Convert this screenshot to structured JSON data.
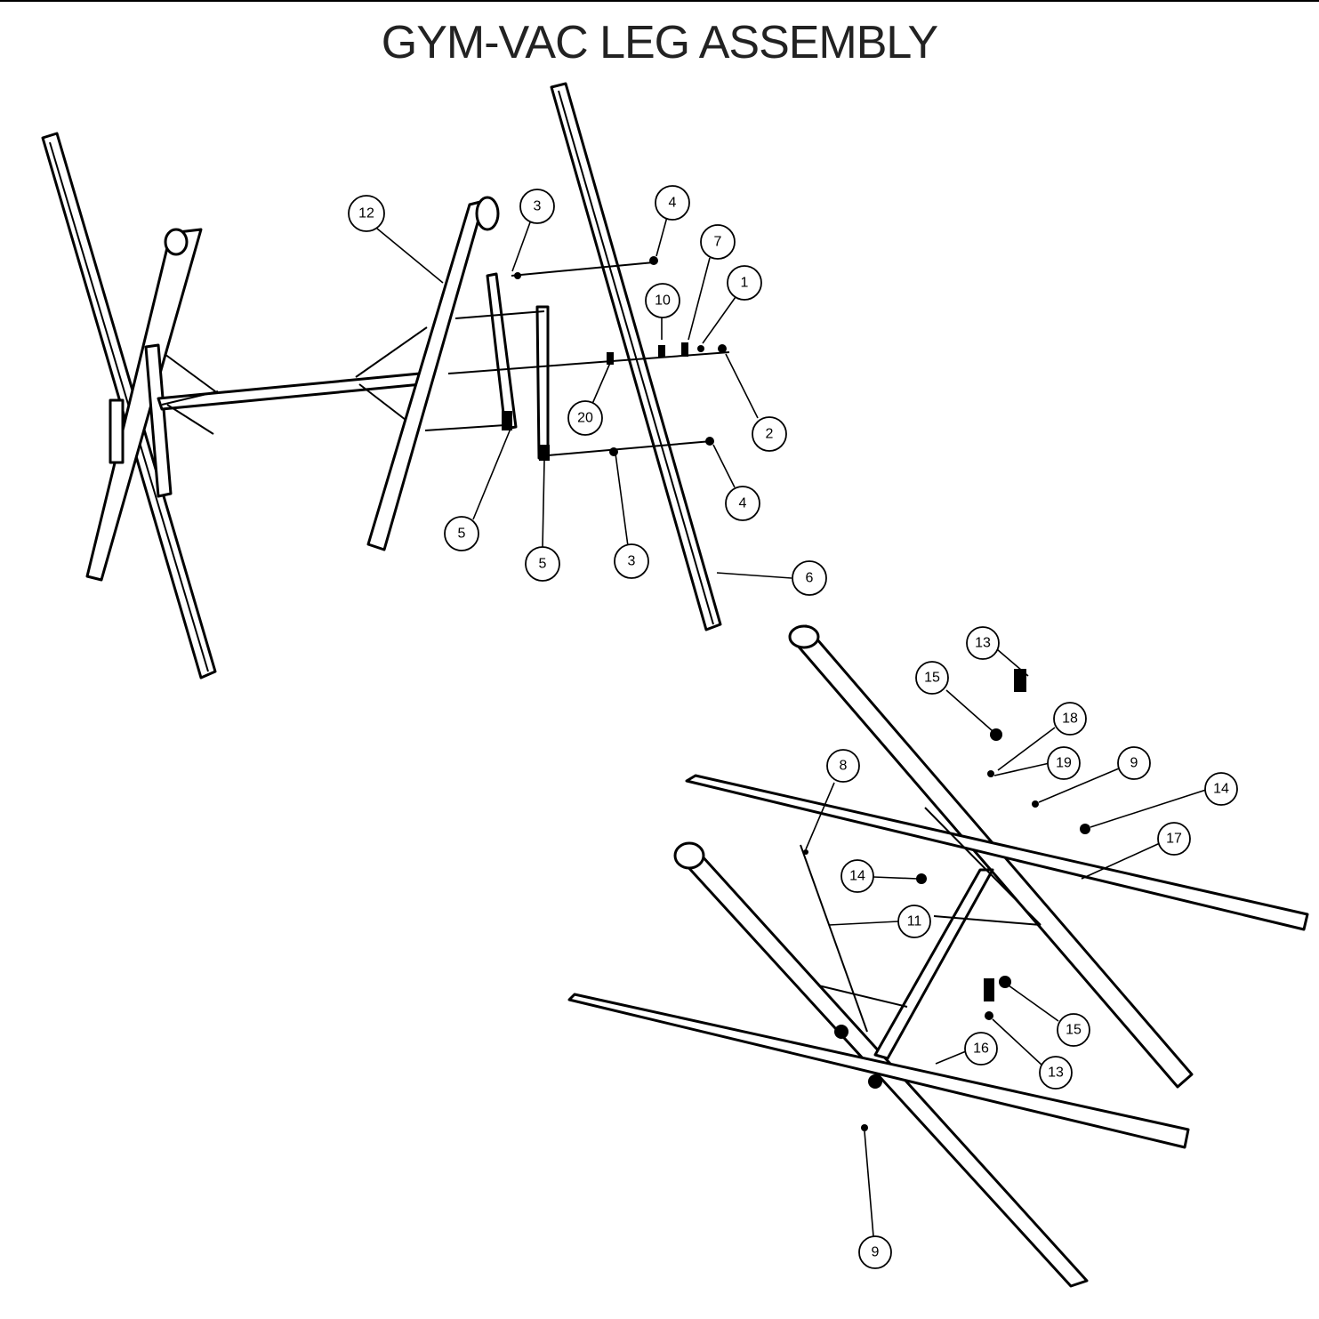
{
  "title": "GYM-VAC LEG ASSEMBLY",
  "callouts": [
    {
      "id": "c12",
      "label": "12"
    },
    {
      "id": "c3a",
      "label": "3"
    },
    {
      "id": "c4a",
      "label": "4"
    },
    {
      "id": "c7",
      "label": "7"
    },
    {
      "id": "c1",
      "label": "1"
    },
    {
      "id": "c10",
      "label": "10"
    },
    {
      "id": "c20",
      "label": "20"
    },
    {
      "id": "c2",
      "label": "2"
    },
    {
      "id": "c4b",
      "label": "4"
    },
    {
      "id": "c5a",
      "label": "5"
    },
    {
      "id": "c5b",
      "label": "5"
    },
    {
      "id": "c3b",
      "label": "3"
    },
    {
      "id": "c6",
      "label": "6"
    },
    {
      "id": "c13a",
      "label": "13"
    },
    {
      "id": "c15a",
      "label": "15"
    },
    {
      "id": "c18",
      "label": "18"
    },
    {
      "id": "c19",
      "label": "19"
    },
    {
      "id": "c9a",
      "label": "9"
    },
    {
      "id": "c14a",
      "label": "14"
    },
    {
      "id": "c17",
      "label": "17"
    },
    {
      "id": "c8",
      "label": "8"
    },
    {
      "id": "c14b",
      "label": "14"
    },
    {
      "id": "c11",
      "label": "11"
    },
    {
      "id": "c15b",
      "label": "15"
    },
    {
      "id": "c16",
      "label": "16"
    },
    {
      "id": "c13b",
      "label": "13"
    },
    {
      "id": "c9b",
      "label": "9"
    }
  ]
}
